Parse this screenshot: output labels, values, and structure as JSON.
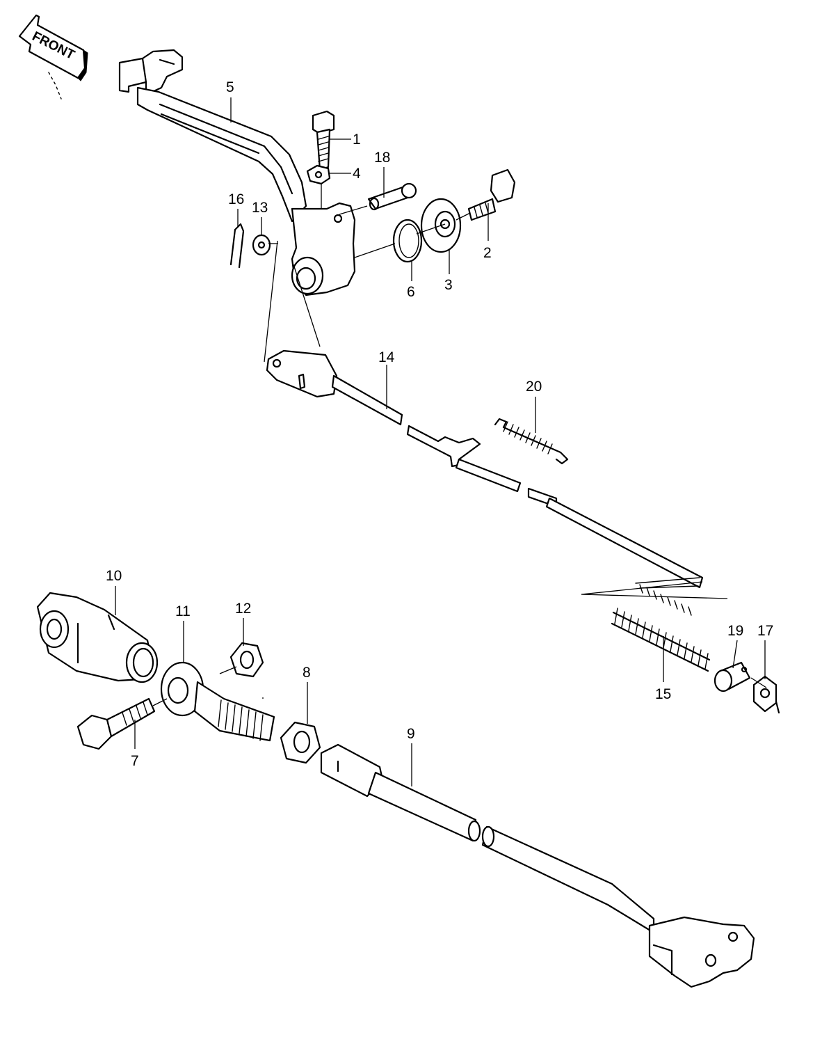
{
  "diagram": {
    "orientation_label": "FRONT",
    "callouts": [
      {
        "id": "1",
        "text": "1"
      },
      {
        "id": "2",
        "text": "2"
      },
      {
        "id": "3",
        "text": "3"
      },
      {
        "id": "4",
        "text": "4"
      },
      {
        "id": "5",
        "text": "5"
      },
      {
        "id": "6",
        "text": "6"
      },
      {
        "id": "7",
        "text": "7"
      },
      {
        "id": "8",
        "text": "8"
      },
      {
        "id": "9",
        "text": "9"
      },
      {
        "id": "10",
        "text": "10"
      },
      {
        "id": "11",
        "text": "11"
      },
      {
        "id": "12",
        "text": "12"
      },
      {
        "id": "13",
        "text": "13"
      },
      {
        "id": "14",
        "text": "14"
      },
      {
        "id": "15",
        "text": "15"
      },
      {
        "id": "16",
        "text": "16"
      },
      {
        "id": "17",
        "text": "17"
      },
      {
        "id": "18",
        "text": "18"
      },
      {
        "id": "19",
        "text": "19"
      },
      {
        "id": "20",
        "text": "20"
      }
    ]
  }
}
